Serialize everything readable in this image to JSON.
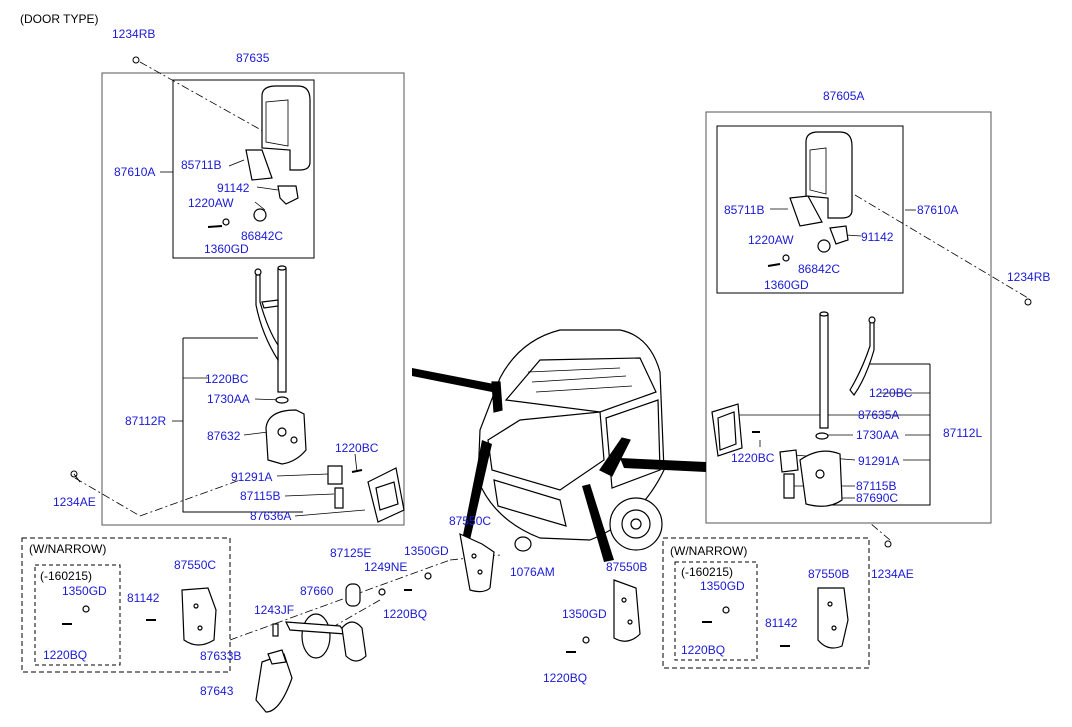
{
  "header": {
    "door_type": "(DOOR TYPE)"
  },
  "colors": {
    "label": "#1a1ad6",
    "line": "#000000",
    "frame": "#555555"
  },
  "sections": {
    "left_narrow": {
      "title": "(W/NARROW)",
      "sub": "(-160215)"
    },
    "right_narrow": {
      "title": "(W/NARROW)",
      "sub": "(-160215)"
    }
  },
  "parts": {
    "p1234RB_L": "1234RB",
    "p87635_top": "87635",
    "p87610A_L": "87610A",
    "p85711B_L": "85711B",
    "p91142_L": "91142",
    "p1220AW_L": "1220AW",
    "p86842C_L": "86842C",
    "p1360GD_L": "1360GD",
    "p1220BC_L1": "1220BC",
    "p1730AA_L": "1730AA",
    "p87112R": "87112R",
    "p87632": "87632",
    "p1220BC_L2": "1220BC",
    "p91291A_L": "91291A",
    "p1234AE_L": "1234AE",
    "p87115B_L": "87115B",
    "p87636A": "87636A",
    "p87605A": "87605A",
    "p85711B_R": "85711B",
    "p87610A_R": "87610A",
    "p1220AW_R": "1220AW",
    "p91142_R": "91142",
    "p86842C_R": "86842C",
    "p1360GD_R": "1360GD",
    "p1234RB_R": "1234RB",
    "p1220BC_R1": "1220BC",
    "p87635A": "87635A",
    "p1730AA_R": "1730AA",
    "p87112L": "87112L",
    "p1220BC_R2": "1220BC",
    "p91291A_R": "91291A",
    "p87115B_R": "87115B",
    "p87690C": "87690C",
    "p1234AE_R": "1234AE",
    "p87550C_mid": "87550C",
    "p1350GD_mid": "1350GD",
    "p87125E": "87125E",
    "p1249NE": "1249NE",
    "p1076AM": "1076AM",
    "p1220BQ_mid": "1220BQ",
    "p87660": "87660",
    "p1243JF": "1243JF",
    "p87633B": "87633B",
    "p87643": "87643",
    "p87550B_mid": "87550B",
    "p1350GD_mid2": "1350GD",
    "p1220BQ_mid2": "1220BQ",
    "p1350GD_nl": "1350GD",
    "p1220BQ_nl": "1220BQ",
    "p87550C_nl": "87550C",
    "p81142_nl": "81142",
    "p1350GD_nr": "1350GD",
    "p1220BQ_nr": "1220BQ",
    "p87550B_nr": "87550B",
    "p81142_nr": "81142"
  }
}
